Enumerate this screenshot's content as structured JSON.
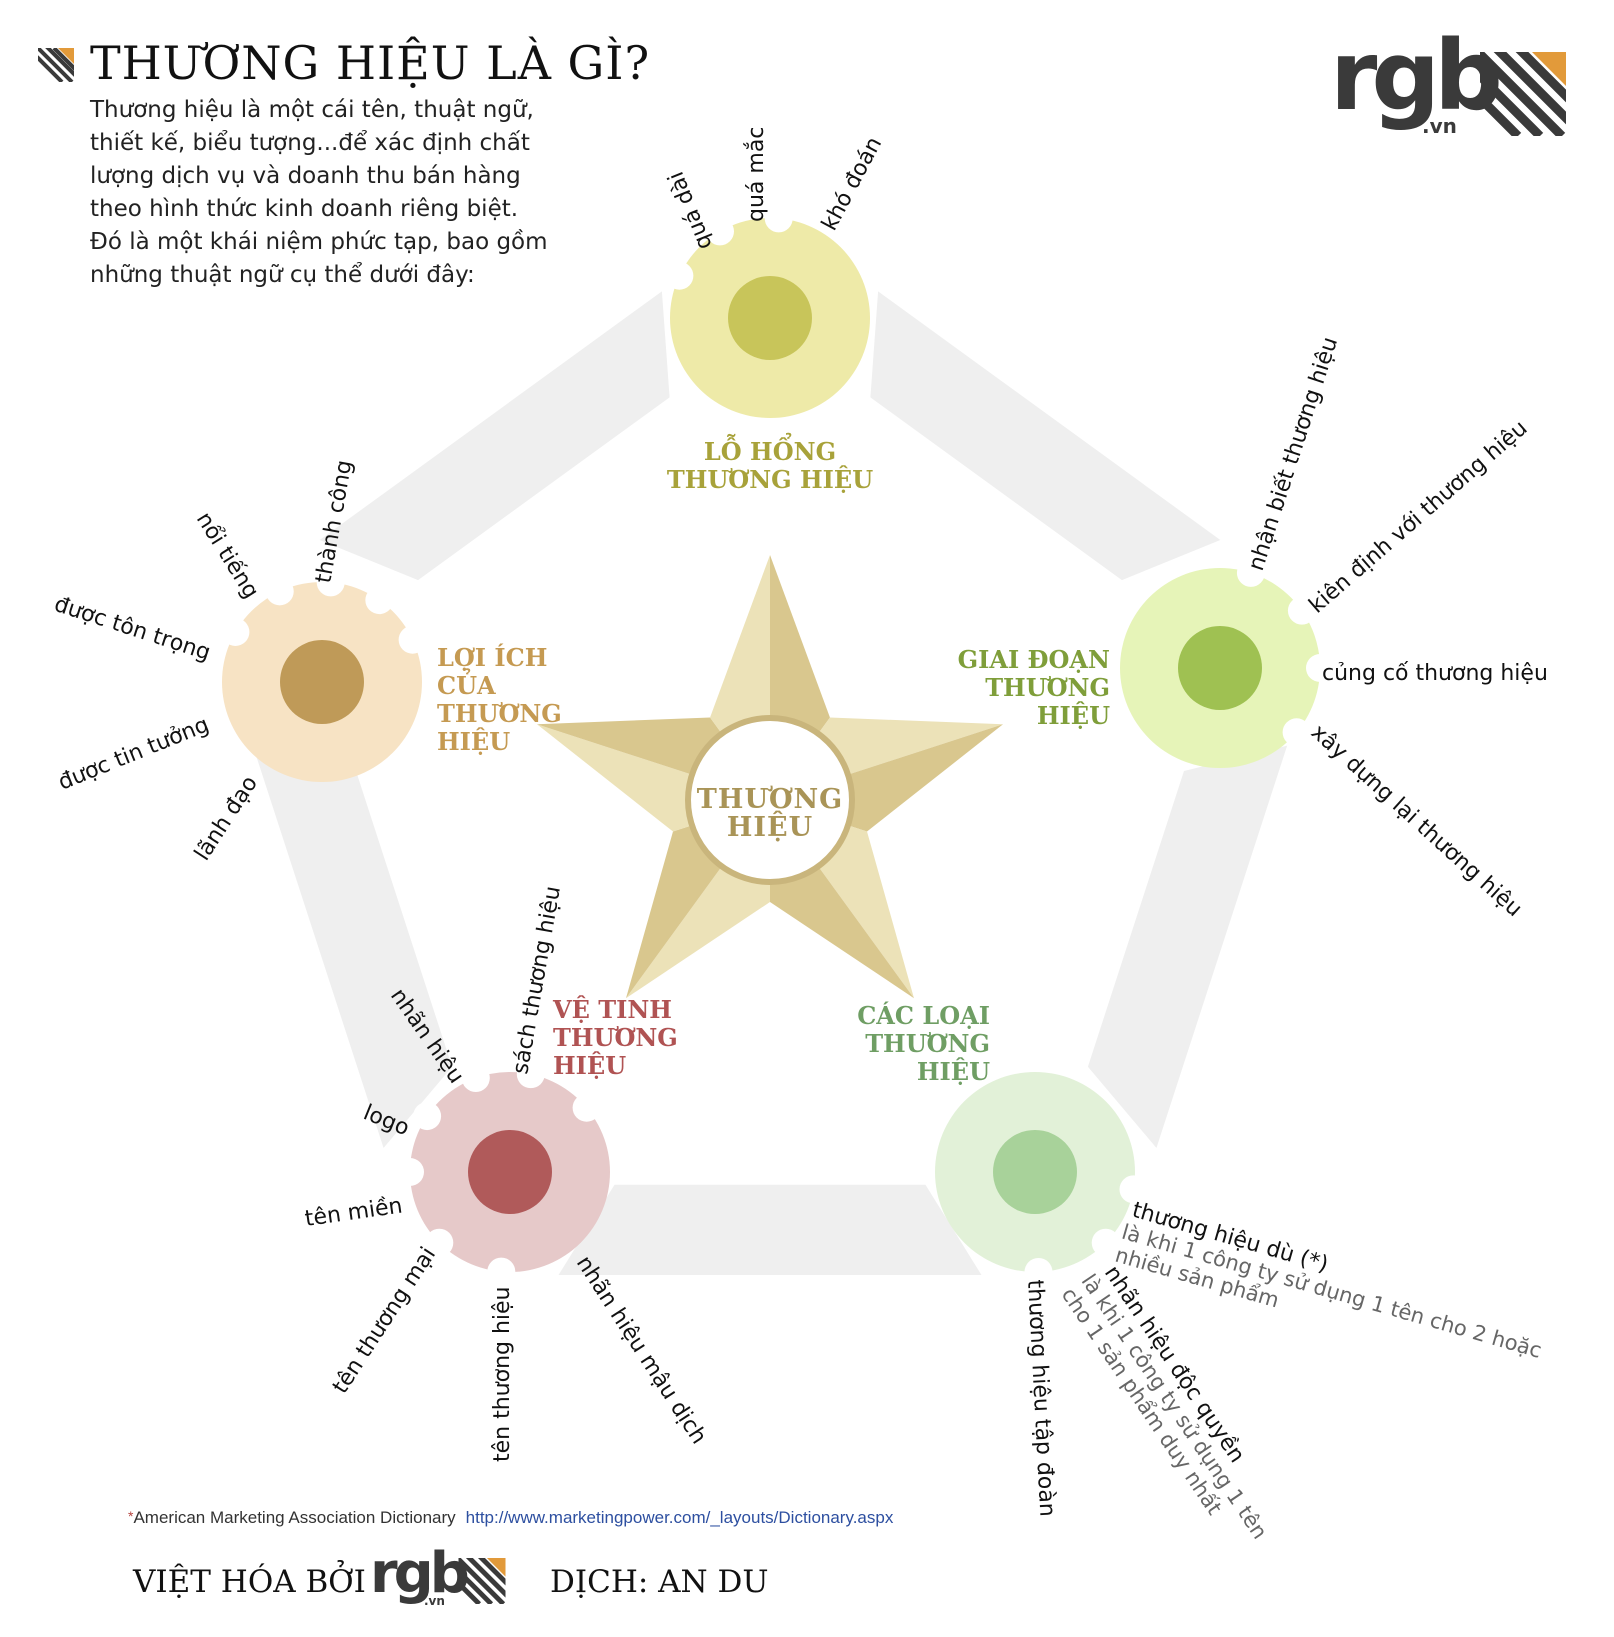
{
  "header": {
    "title": "THƯƠNG HIỆU LÀ GÌ?",
    "intro_lines": [
      "Thương hiệu là một cái tên, thuật ngữ,",
      "thiết kế, biểu tượng...để xác định chất",
      "lượng dịch vụ và doanh thu bán hàng",
      "theo hình thức kinh doanh riêng biệt.",
      "Đó là một khái niệm phức tạp, bao gồm",
      "những thuật ngữ cụ thể dưới đây:"
    ]
  },
  "logo": {
    "brand": "rgb",
    "suffix": ".vn"
  },
  "colors": {
    "accent_orange": "#e29a3a",
    "dark_gray": "#3a3a3a",
    "ring": "#efefef",
    "star_dark": "#d9c78e",
    "star_light": "#ece2b8",
    "star_text": "#a99457"
  },
  "diagram": {
    "center_label": [
      "THƯƠNG",
      "HIỆU"
    ],
    "gears": [
      {
        "id": "lo-hong",
        "label": [
          "LỖ HỔNG",
          "THƯƠNG HIỆU"
        ],
        "outer_color": "#eeeaa8",
        "inner_color": "#c8c55a",
        "label_color": "#a8a23a",
        "terms": [
          "quá dài",
          "quá mắc",
          "khó đoán"
        ]
      },
      {
        "id": "giai-doan",
        "label": [
          "GIAI ĐOẠN",
          "THƯƠNG",
          "HIỆU"
        ],
        "outer_color": "#e6f4b8",
        "inner_color": "#9fc152",
        "label_color": "#7f9e3a",
        "terms": [
          "nhận biết thương hiệu",
          "kiên định với thương hiệu",
          "củng cố thương hiệu",
          "xây dựng lại thương hiệu"
        ]
      },
      {
        "id": "cac-loai",
        "label": [
          "CÁC LOẠI",
          "THƯƠNG",
          "HIỆU"
        ],
        "outer_color": "#e2f1d8",
        "inner_color": "#a8d29a",
        "label_color": "#6f9e64",
        "terms": [
          {
            "text": "thương hiệu dù (*)",
            "sub": [
              "là khi 1 công ty sử dụng 1 tên cho 2 hoặc",
              "nhiều sản phẩm"
            ]
          },
          {
            "text": "nhãn hiệu độc quyền",
            "sub": [
              "là khi 1 công ty sử dụng 1 tên",
              "cho 1 sản phẩm duy nhất"
            ]
          },
          {
            "text": "thương hiệu tập đoàn",
            "sub": []
          }
        ]
      },
      {
        "id": "ve-tinh",
        "label": [
          "VỆ TINH",
          "THƯƠNG",
          "HIỆU"
        ],
        "outer_color": "#e6c9c9",
        "inner_color": "#b05a5a",
        "label_color": "#b05353",
        "terms": [
          "sách thương hiệu",
          "nhãn hiệu",
          "logo",
          "tên miền",
          "tên thương mại",
          "tên thương hiệu",
          "nhãn hiệu mậu dịch"
        ]
      },
      {
        "id": "loi-ich",
        "label": [
          "LỢI ÍCH",
          "CỦA",
          "THƯƠNG",
          "HIỆU"
        ],
        "outer_color": "#f7e3c4",
        "inner_color": "#bf9a58",
        "label_color": "#c59a52",
        "terms": [
          "thành công",
          "nổi tiếng",
          "được tôn trọng",
          "được tin tưởng",
          "lãnh đạo"
        ]
      }
    ]
  },
  "footnote": {
    "mark": "*",
    "source": "American Marketing Association Dictionary",
    "url": "http://www.marketingpower.com/_layouts/Dictionary.aspx"
  },
  "credits": {
    "translated_by": "VIỆT HÓA BỞI",
    "translator": "DỊCH: AN DU"
  }
}
